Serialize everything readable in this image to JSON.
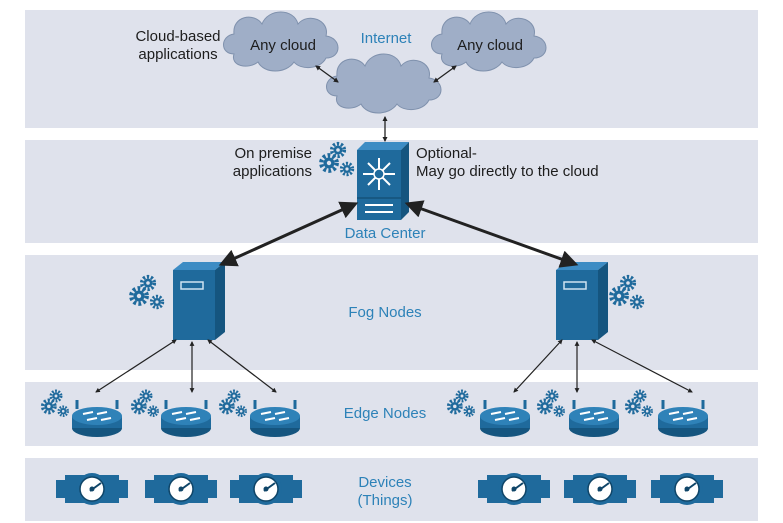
{
  "tiers": {
    "internet": {
      "label": "Internet",
      "cloud_left": "Any cloud",
      "cloud_right": "Any cloud",
      "apps_label": "Cloud-based\napplications"
    },
    "datacenter": {
      "label": "Data Center",
      "apps_label": "On premise\napplications",
      "note": "Optional-\nMay go directly to the cloud"
    },
    "fog": {
      "label": "Fog Nodes"
    },
    "edge": {
      "label": "Edge Nodes"
    },
    "devices": {
      "label": "Devices\n(Things)"
    }
  },
  "colors": {
    "band": "#dfe2ec",
    "cloud": "#9faec7",
    "device_blue": "#1f6a9c",
    "label_blue": "#2d82b8"
  }
}
